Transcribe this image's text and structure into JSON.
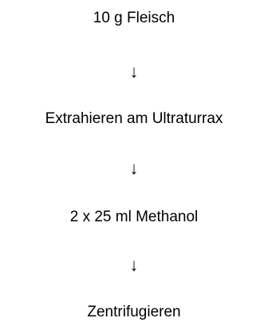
{
  "steps": [
    "10 g Fleisch",
    "Extrahieren am Ultraturrax",
    "2 x 25 ml Methanol",
    "Zentrifugieren"
  ],
  "arrow_glyph": "↓"
}
